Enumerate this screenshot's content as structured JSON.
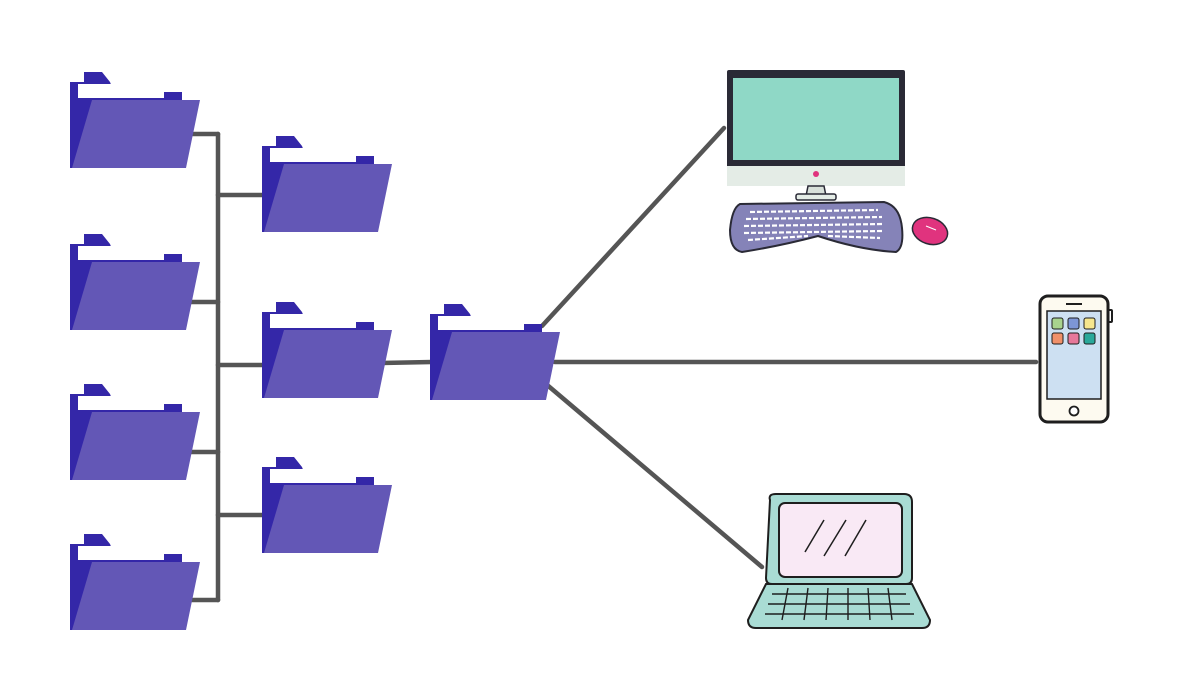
{
  "diagram": {
    "type": "folder-tree-to-devices",
    "colors": {
      "background": "#ffffff",
      "connector": "#555555",
      "folder_back": "#3427a8",
      "folder_front": "#6357b6",
      "folder_paper": "#ffffff",
      "monitor_screen": "#8fd8c6",
      "monitor_frame": "#2a2a36",
      "keyboard": "#8583b8",
      "mouse": "#e0337e",
      "phone_screen": "#cde0f2",
      "phone_body": "#fdfaf0",
      "laptop_body": "#a9dcd4",
      "laptop_screen": "#f9e9f5"
    },
    "nodes": {
      "level1_folders": [
        "folder",
        "folder",
        "folder",
        "folder"
      ],
      "level2_folders": [
        "folder",
        "folder",
        "folder"
      ],
      "hub_folder": "folder",
      "devices": [
        "desktop-computer",
        "smartphone",
        "laptop"
      ]
    },
    "phone_app_colors": [
      "#a9d38e",
      "#7d96d6",
      "#f6e68d",
      "#f0906a",
      "#e6789a",
      "#2aa89a"
    ]
  }
}
